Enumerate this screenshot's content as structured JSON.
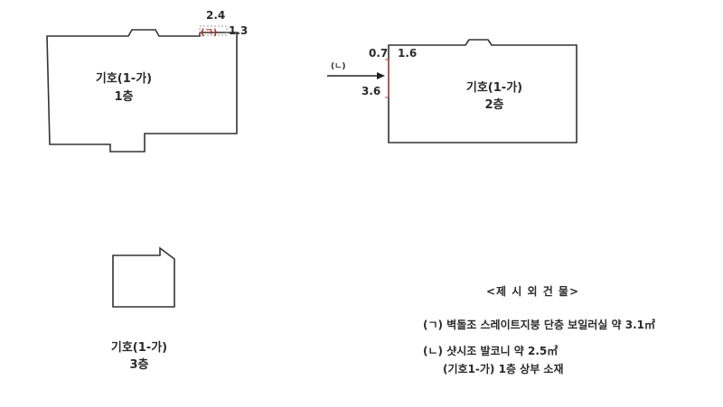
{
  "floors": {
    "f1": {
      "name": "기호(1-가)",
      "level": "1층"
    },
    "f2": {
      "name": "기호(1-가)",
      "level": "2층"
    },
    "f3": {
      "name": "기호(1-가)",
      "level": "3층"
    }
  },
  "annex_a": {
    "mark": "(ㄱ)",
    "dim_top": "2.4",
    "dim_side": "1.3"
  },
  "annex_b": {
    "mark": "(ㄴ)",
    "dim_top": "0.7",
    "dim_side": "1.6",
    "dim_bottom": "3.6"
  },
  "legend": {
    "title": "<제 시 외 건 물>",
    "item_a": "(ㄱ) 벽돌조 스레이트지붕  단층 보일러실 약 3.1㎡",
    "item_b": "(ㄴ) 샷시조 발코니 약 2.5㎡",
    "item_b_note": "(기호1-가) 1층 상부 소재"
  }
}
